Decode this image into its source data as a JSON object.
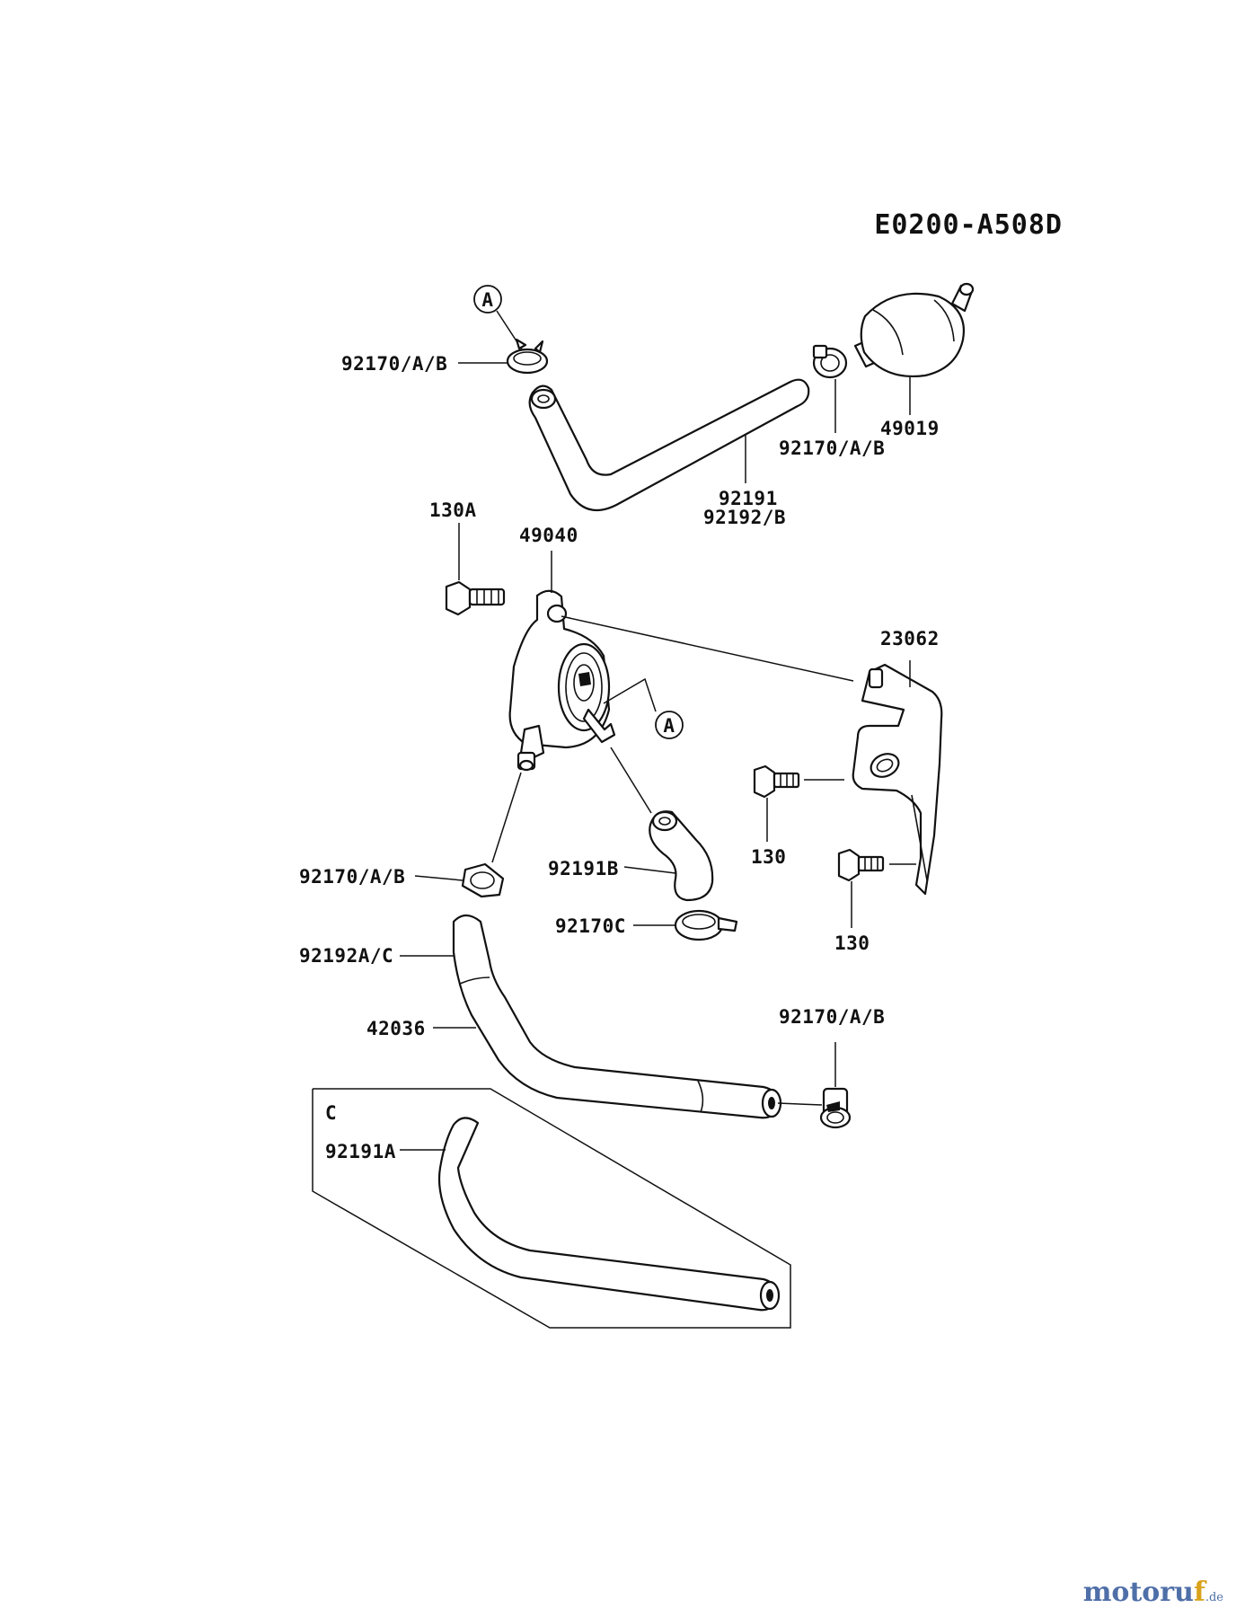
{
  "diagram_code": "E0200-A508D",
  "callout_letters": {
    "a1": "A",
    "a2": "A"
  },
  "inset_label": "C",
  "parts": {
    "clamp_top_left": "92170/A/B",
    "clamp_top_right": "92170/A/B",
    "fuel_filter": "49019",
    "hose_top_line1": "92191",
    "hose_top_line2": "92192/B",
    "bolt_130a": "130A",
    "fuel_pump": "49040",
    "bracket": "23062",
    "clamp_mid_left": "92170/A/B",
    "hose_elbow": "92191B",
    "clamp_c": "92170C",
    "bolt_130_upper": "130",
    "bolt_130_lower": "130",
    "hose_main": "92192A/C",
    "tube": "42036",
    "clamp_right": "92170/A/B",
    "inset_hose": "92191A"
  },
  "watermark": {
    "main": "motoru",
    "accent": "f",
    "tld": ".de"
  }
}
